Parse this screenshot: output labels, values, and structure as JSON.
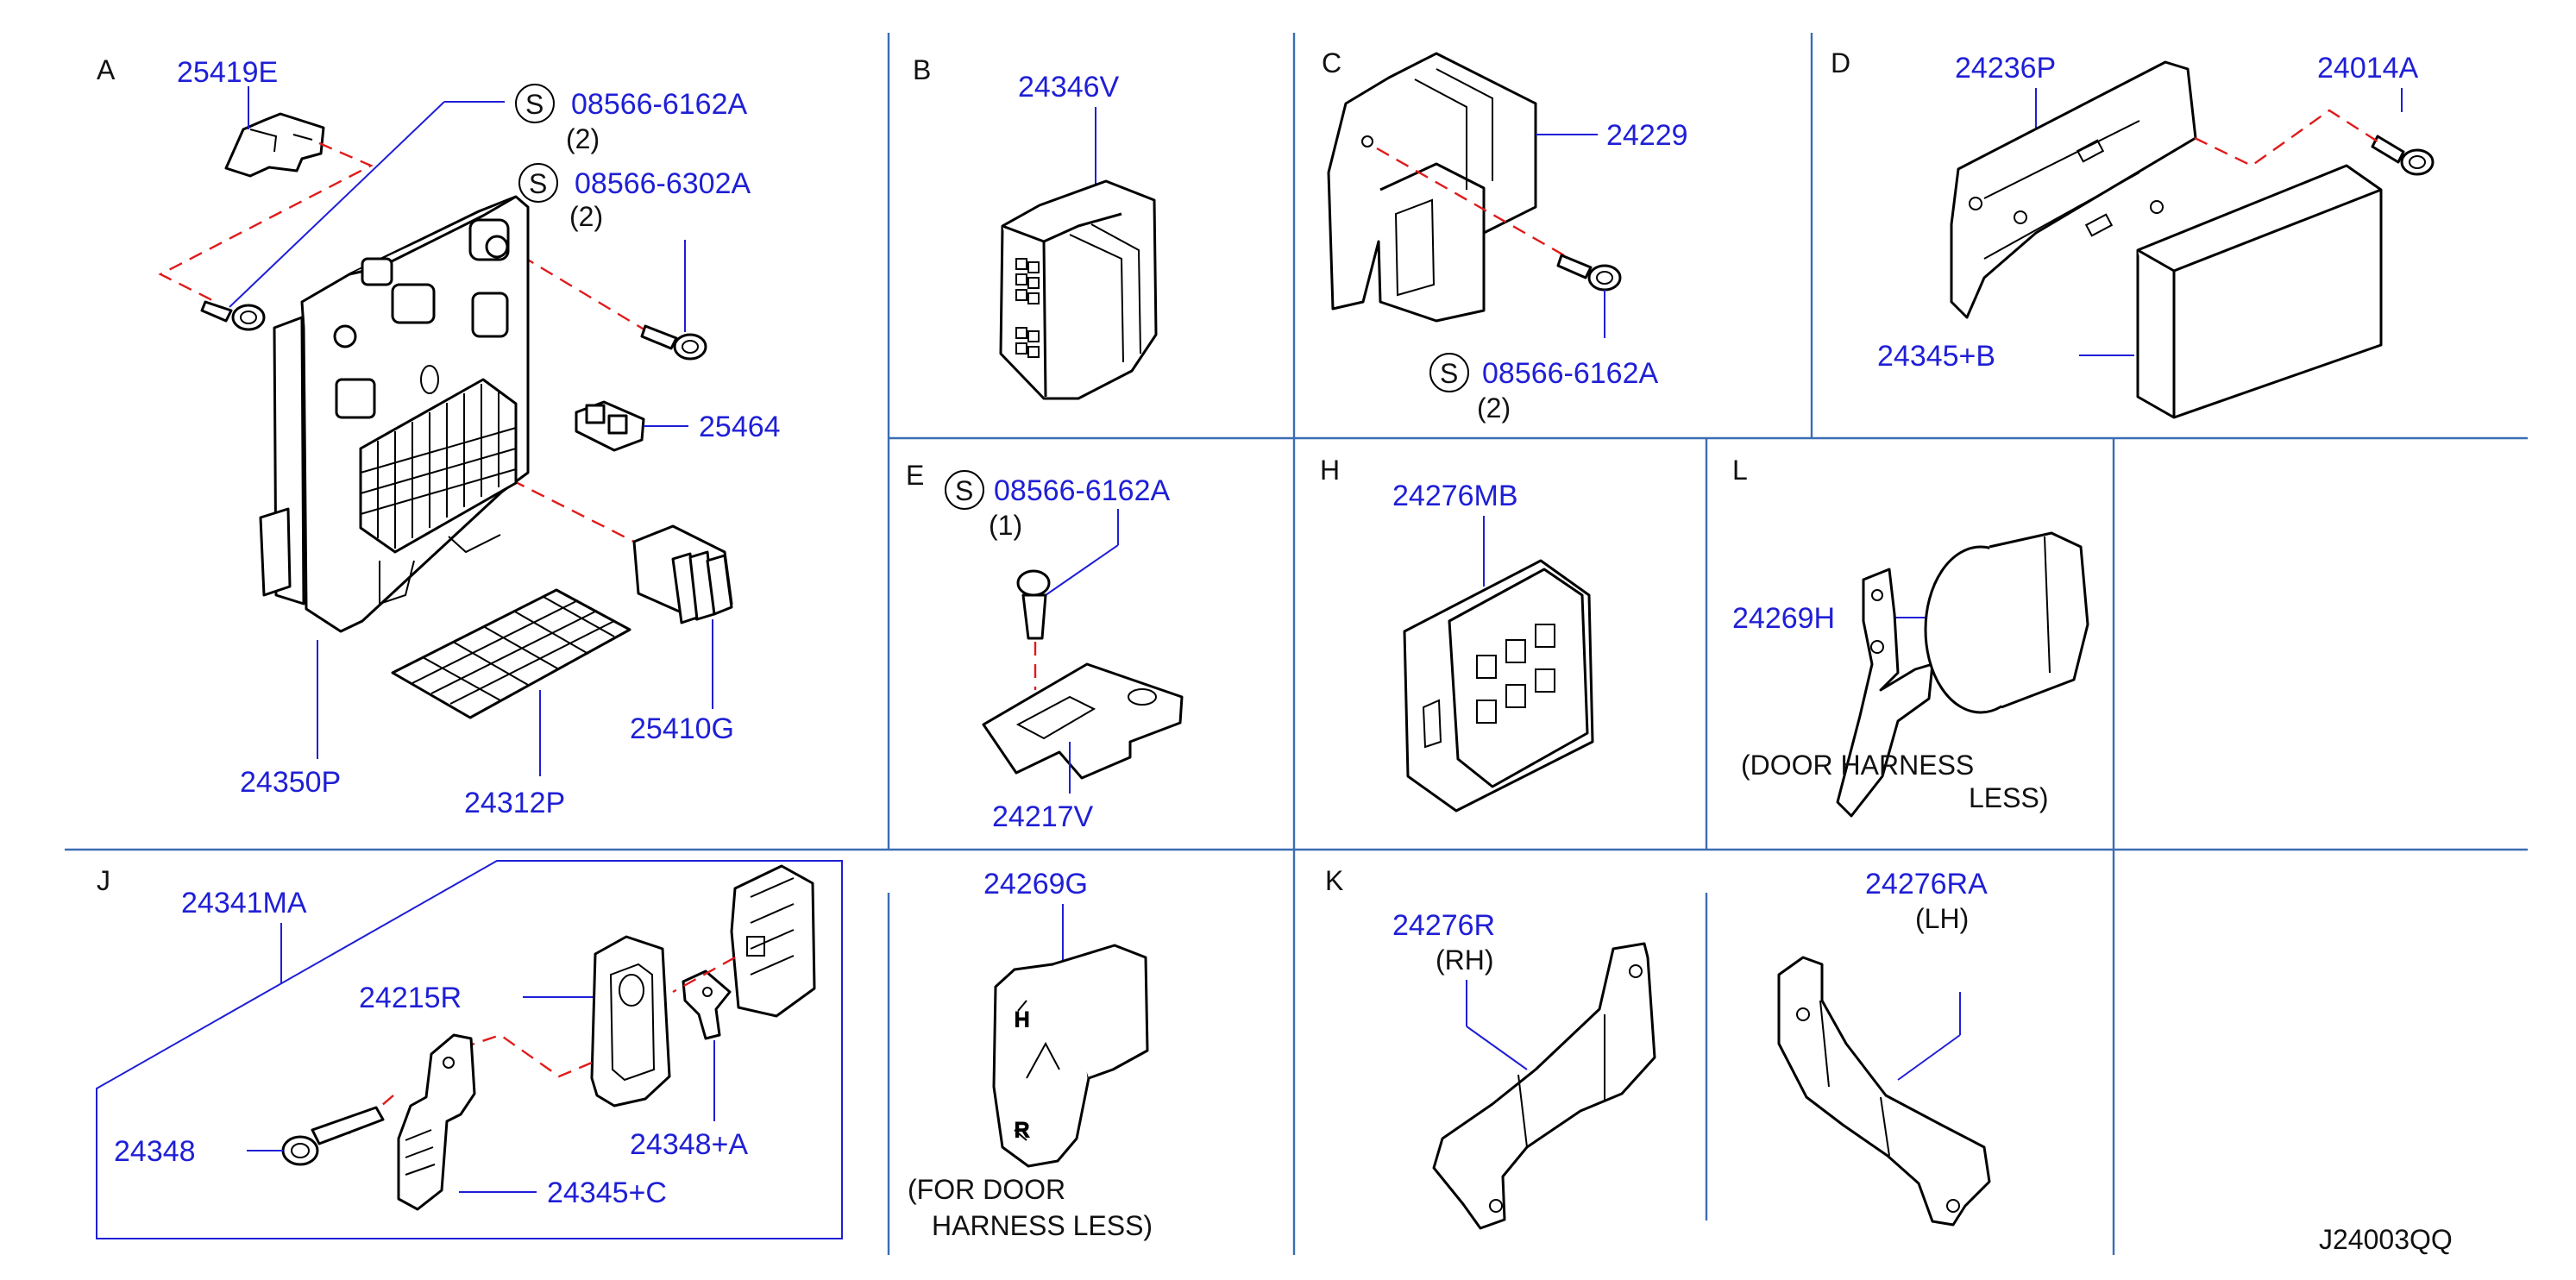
{
  "colors": {
    "part_number": "#1f1fd6",
    "grid_line": "#3a6db4",
    "centerline": "#e01b1b",
    "ink": "#111111"
  },
  "sections": [
    "A",
    "B",
    "C",
    "D",
    "E",
    "H",
    "L",
    "J",
    "K"
  ],
  "parts": {
    "p25419e": "25419E",
    "s1_num": "08566-6162A",
    "s1_qty": "(2)",
    "s2_num": "08566-6302A",
    "s2_qty": "(2)",
    "p25464": "25464",
    "p25410g": "25410G",
    "p24350p": "24350P",
    "p24312p": "24312P",
    "p24346v": "24346V",
    "p24229": "24229",
    "c_s_num": "08566-6162A",
    "c_s_qty": "(2)",
    "p24236p": "24236P",
    "p24014a": "24014A",
    "p24345b": "24345+B",
    "e_s_num": "08566-6162A",
    "e_s_qty": "(1)",
    "p24217v": "24217V",
    "p24276mb": "24276MB",
    "p24269h": "24269H",
    "l_note1": "(DOOR   HARNESS",
    "l_note2": "LESS)",
    "p24341ma": "24341MA",
    "p24215r": "24215R",
    "p24348": "24348",
    "p24348a": "24348+A",
    "p24345c": "24345+C",
    "p24269g": "24269G",
    "g_note1": "(FOR  DOOR",
    "g_note2": "HARNESS  LESS)",
    "p24276r": "24276R",
    "rh": "(RH)",
    "p24276ra": "24276RA",
    "lh": "(LH)",
    "s_symbol": "S"
  },
  "diagram_code": "J24003QQ"
}
